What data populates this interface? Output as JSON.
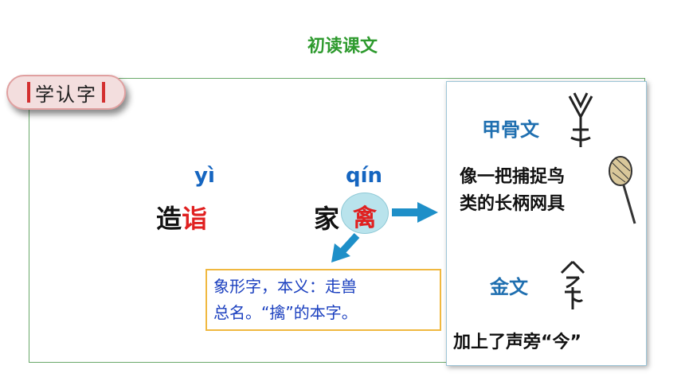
{
  "header": {
    "title": "初读课文"
  },
  "badge": {
    "label": "学认字"
  },
  "words": [
    {
      "pinyin": "yì",
      "prefix": "造",
      "char": "诣"
    },
    {
      "pinyin": "qín",
      "prefix": "家",
      "char": "禽"
    }
  ],
  "explanation": {
    "line1": "象形字，本义：走兽",
    "line2": "总名。“擒”的本字。"
  },
  "panel": {
    "oracle_label": "甲骨文",
    "oracle_desc_line1": "像一把捕捉鸟",
    "oracle_desc_line2": "类的长柄网具",
    "bronze_label": "金文",
    "bronze_desc": "加上了声旁“今”"
  },
  "colors": {
    "title": "#2e9a2e",
    "pinyin": "#1565c0",
    "highlight": "#e02020",
    "explain_border": "#f0b840",
    "arrow": "#1e8fc8"
  }
}
